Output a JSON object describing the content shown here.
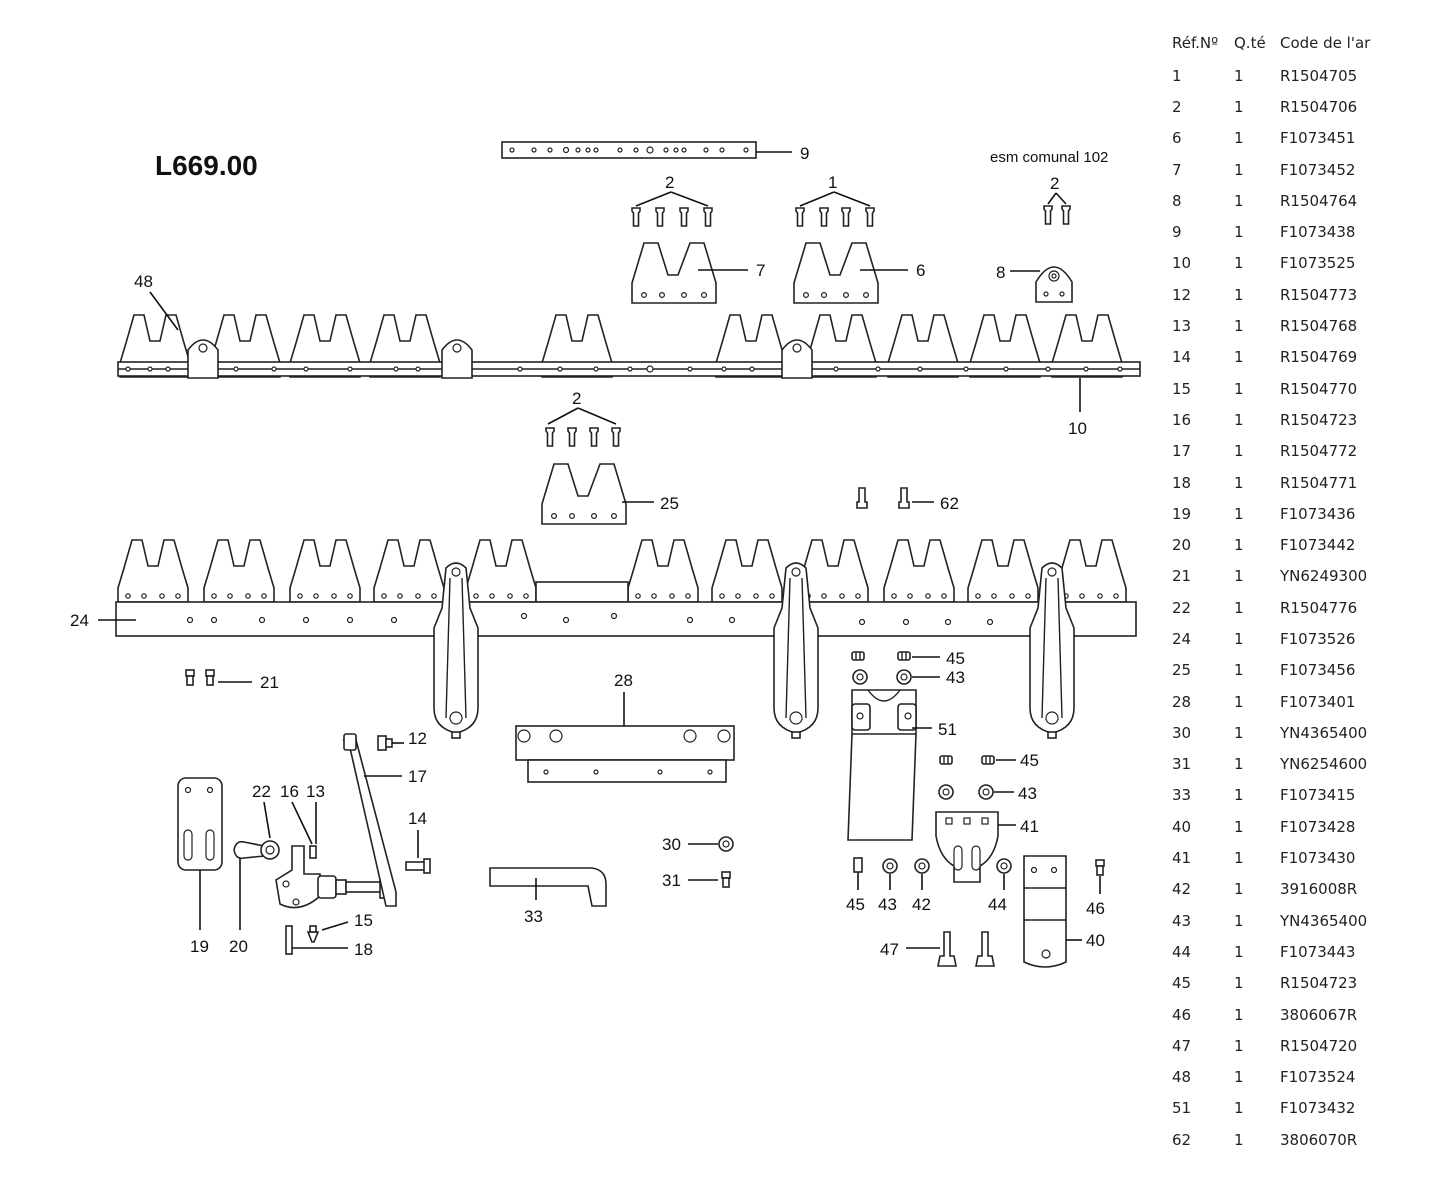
{
  "diagram": {
    "title": "L669.00",
    "note": "esm comunal 102",
    "callouts": {
      "c1": "1",
      "c2a": "2",
      "c2b": "2",
      "c2c": "2",
      "c6": "6",
      "c7": "7",
      "c8": "8",
      "c9": "9",
      "c10": "10",
      "c12": "12",
      "c13": "13",
      "c14": "14",
      "c15": "15",
      "c16": "16",
      "c17": "17",
      "c18": "18",
      "c19": "19",
      "c20": "20",
      "c21": "21",
      "c22": "22",
      "c24": "24",
      "c25": "25",
      "c28": "28",
      "c30": "30",
      "c31": "31",
      "c33": "33",
      "c40": "40",
      "c41": "41",
      "c42": "42",
      "c43a": "43",
      "c43b": "43",
      "c43c": "43",
      "c44": "44",
      "c45a": "45",
      "c45b": "45",
      "c45c": "45",
      "c46": "46",
      "c47": "47",
      "c48": "48",
      "c51": "51",
      "c62": "62"
    }
  },
  "parts_table": {
    "headers": {
      "ref": "Réf.Nº",
      "qte": "Q.té",
      "code": "Code de l'ar"
    },
    "rows": [
      {
        "ref": "1",
        "qte": "1",
        "code": "R1504705"
      },
      {
        "ref": "2",
        "qte": "1",
        "code": "R1504706"
      },
      {
        "ref": "6",
        "qte": "1",
        "code": "F1073451"
      },
      {
        "ref": "7",
        "qte": "1",
        "code": "F1073452"
      },
      {
        "ref": "8",
        "qte": "1",
        "code": "R1504764"
      },
      {
        "ref": "9",
        "qte": "1",
        "code": "F1073438"
      },
      {
        "ref": "10",
        "qte": "1",
        "code": "F1073525"
      },
      {
        "ref": "12",
        "qte": "1",
        "code": "R1504773"
      },
      {
        "ref": "13",
        "qte": "1",
        "code": "R1504768"
      },
      {
        "ref": "14",
        "qte": "1",
        "code": "R1504769"
      },
      {
        "ref": "15",
        "qte": "1",
        "code": "R1504770"
      },
      {
        "ref": "16",
        "qte": "1",
        "code": "R1504723"
      },
      {
        "ref": "17",
        "qte": "1",
        "code": "R1504772"
      },
      {
        "ref": "18",
        "qte": "1",
        "code": "R1504771"
      },
      {
        "ref": "19",
        "qte": "1",
        "code": "F1073436"
      },
      {
        "ref": "20",
        "qte": "1",
        "code": "F1073442"
      },
      {
        "ref": "21",
        "qte": "1",
        "code": "YN6249300"
      },
      {
        "ref": "22",
        "qte": "1",
        "code": "R1504776"
      },
      {
        "ref": "24",
        "qte": "1",
        "code": "F1073526"
      },
      {
        "ref": "25",
        "qte": "1",
        "code": "F1073456"
      },
      {
        "ref": "28",
        "qte": "1",
        "code": "F1073401"
      },
      {
        "ref": "30",
        "qte": "1",
        "code": "YN4365400"
      },
      {
        "ref": "31",
        "qte": "1",
        "code": "YN6254600"
      },
      {
        "ref": "33",
        "qte": "1",
        "code": "F1073415"
      },
      {
        "ref": "40",
        "qte": "1",
        "code": "F1073428"
      },
      {
        "ref": "41",
        "qte": "1",
        "code": "F1073430"
      },
      {
        "ref": "42",
        "qte": "1",
        "code": "3916008R"
      },
      {
        "ref": "43",
        "qte": "1",
        "code": "YN4365400"
      },
      {
        "ref": "44",
        "qte": "1",
        "code": "F1073443"
      },
      {
        "ref": "45",
        "qte": "1",
        "code": "R1504723"
      },
      {
        "ref": "46",
        "qte": "1",
        "code": "3806067R"
      },
      {
        "ref": "47",
        "qte": "1",
        "code": "R1504720"
      },
      {
        "ref": "48",
        "qte": "1",
        "code": "F1073524"
      },
      {
        "ref": "51",
        "qte": "1",
        "code": "F1073432"
      },
      {
        "ref": "62",
        "qte": "1",
        "code": "3806070R"
      }
    ]
  }
}
